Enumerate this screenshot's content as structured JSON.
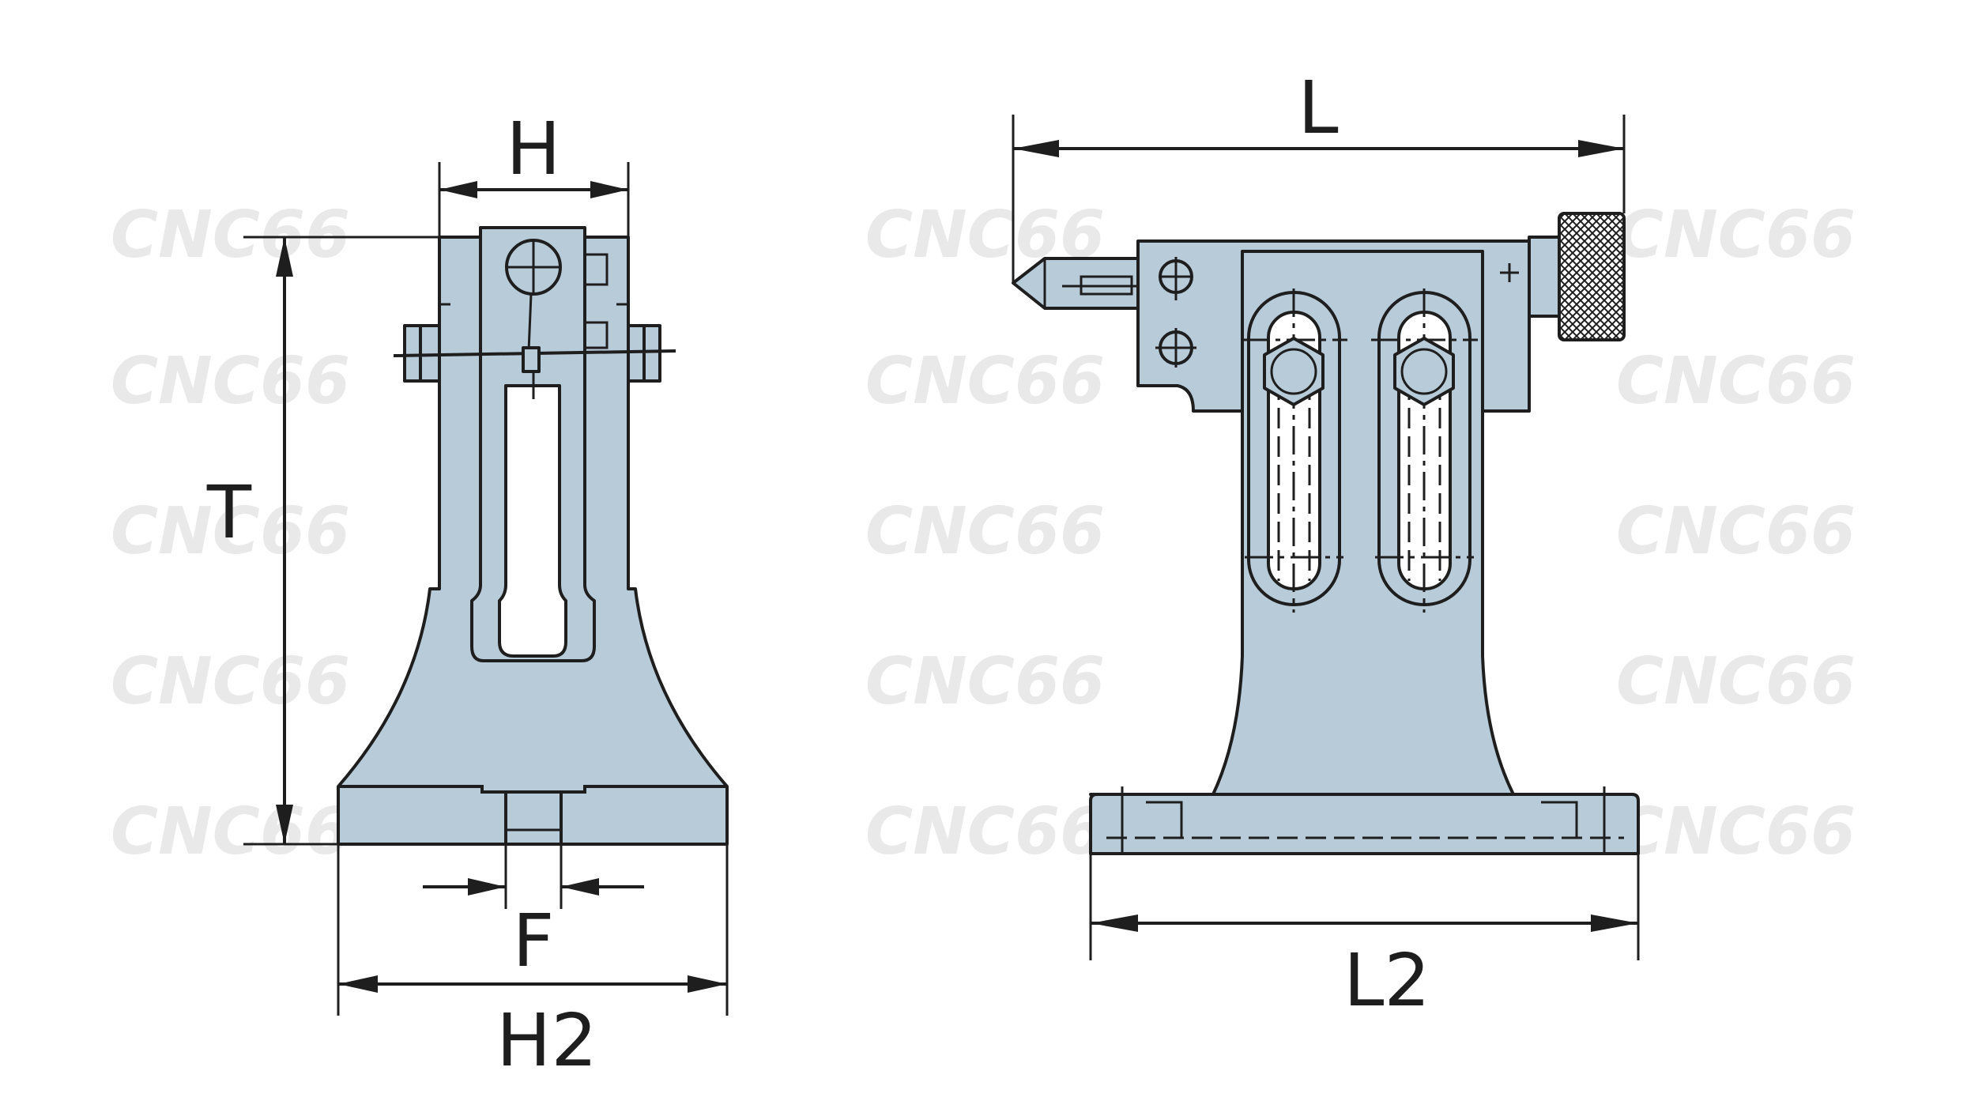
{
  "watermark": "CNC66",
  "front_view": {
    "dimensions": {
      "h": "H",
      "t": "T",
      "f": "F",
      "h2": "H2"
    }
  },
  "side_view": {
    "dimensions": {
      "l": "L",
      "l2": "L2"
    }
  },
  "colors": {
    "part_fill": "#b8cbd9",
    "outline": "#1e1e1e",
    "watermark": "#e9e9e9"
  }
}
